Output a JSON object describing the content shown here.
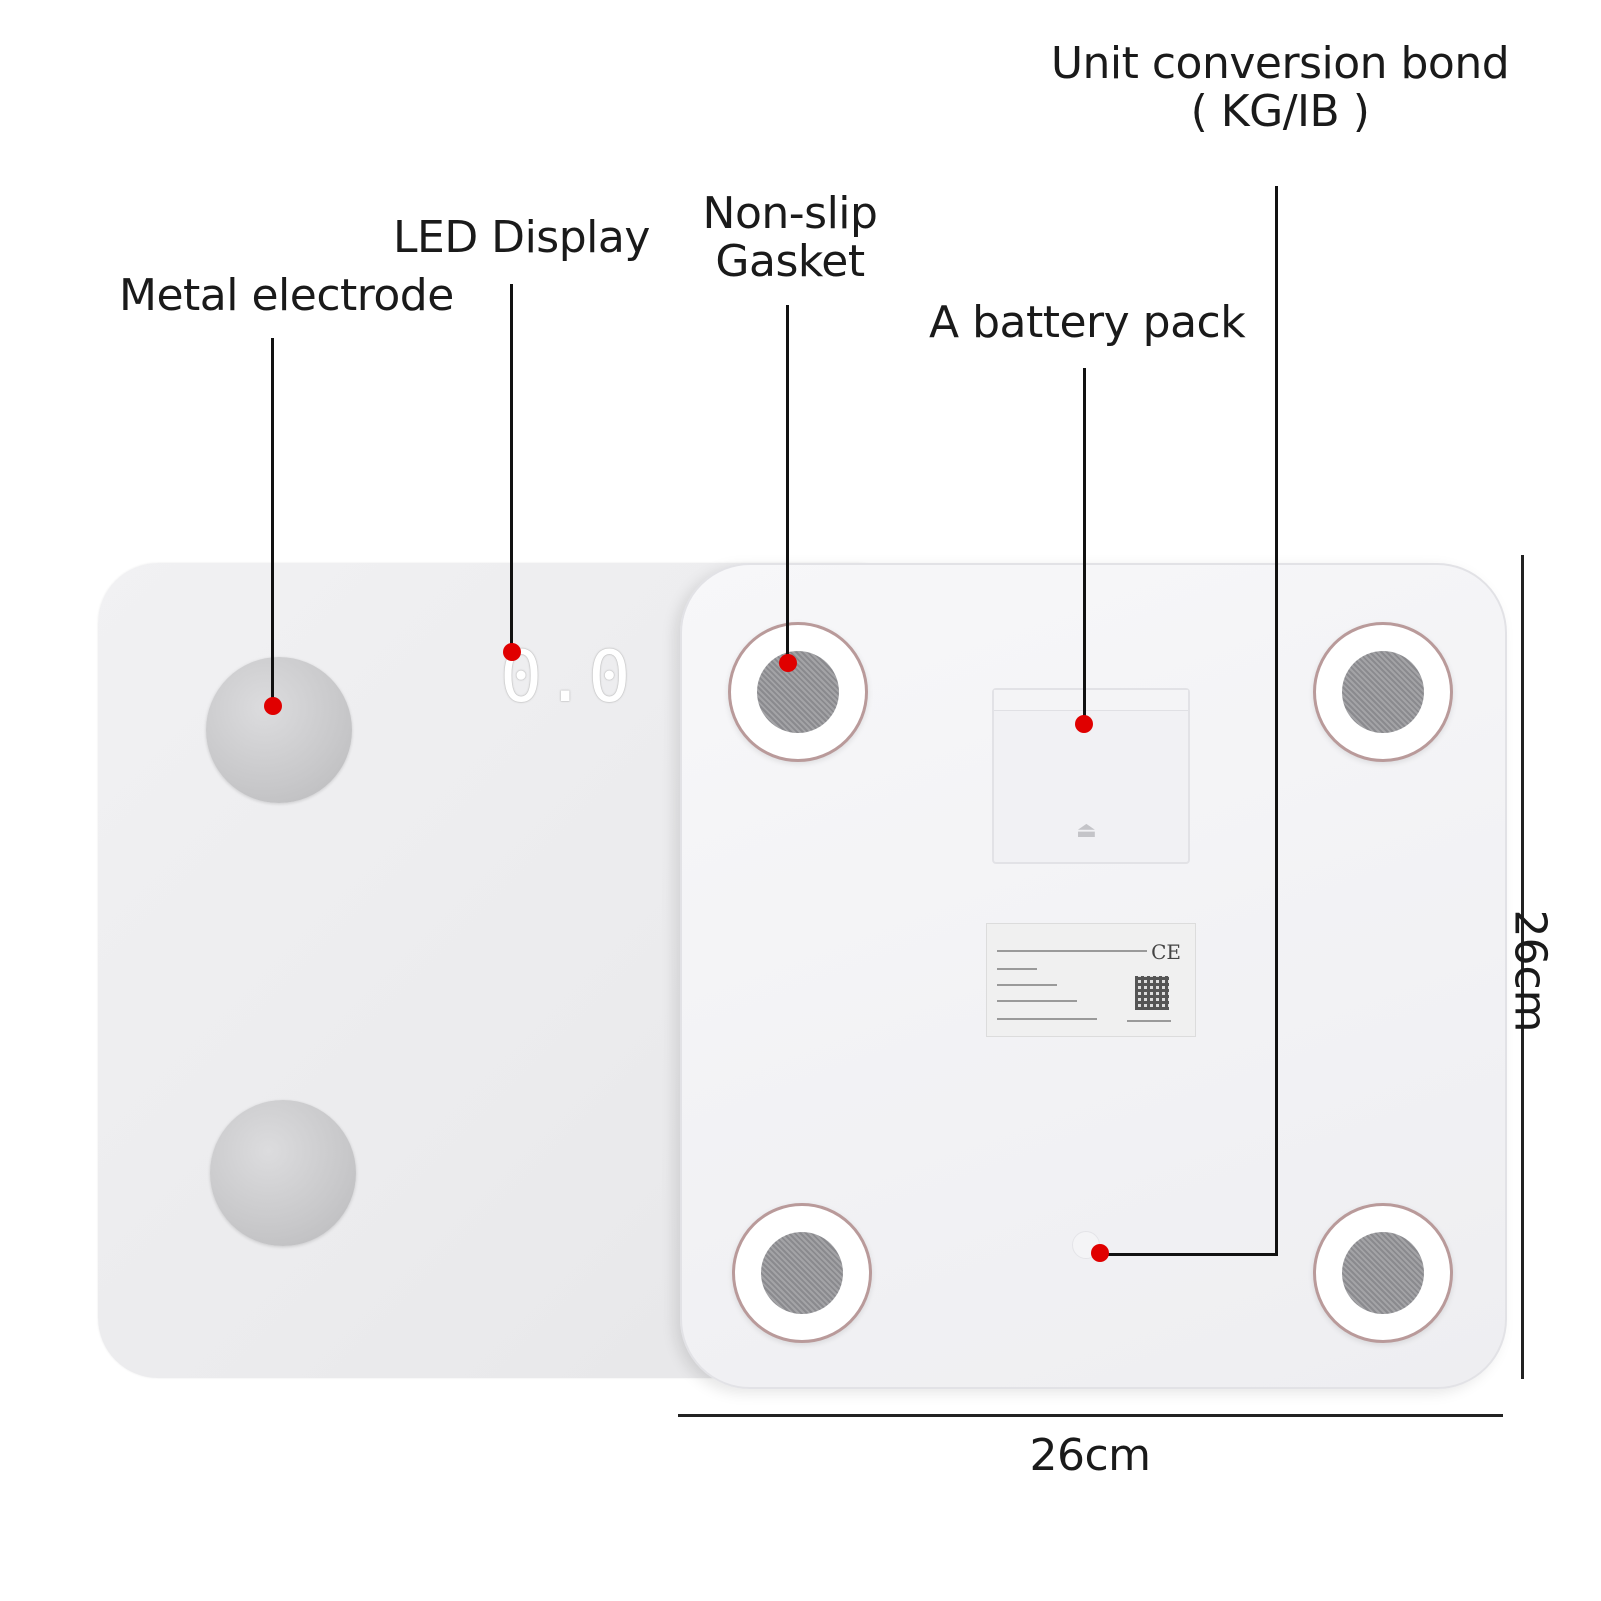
{
  "labels": {
    "metal_electrode": "Metal electrode",
    "led_display": "LED Display",
    "non_slip_line1": "Non-slip",
    "non_slip_line2": "Gasket",
    "battery_pack": "A battery pack",
    "unit_conversion_line1": "Unit conversion bond",
    "unit_conversion_line2": "( KG/IB )"
  },
  "led_readout": "0.0",
  "dimensions": {
    "width": "26cm",
    "height": "26cm"
  },
  "colors": {
    "callout_dot": "#e00000",
    "leader_line": "#111111",
    "scale_surface": "#ededef"
  }
}
